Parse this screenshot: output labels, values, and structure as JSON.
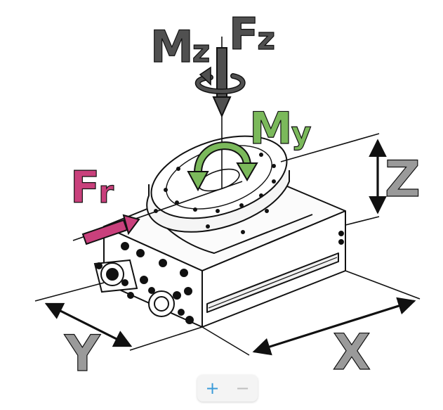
{
  "diagram": {
    "labels": {
      "mz": {
        "main": "M",
        "sub": "z"
      },
      "fz": {
        "main": "F",
        "sub": "z"
      },
      "my": {
        "main": "M",
        "sub": "y"
      },
      "fr": {
        "main": "F",
        "sub": "r"
      },
      "z_axis": "Z",
      "y_axis": "Y",
      "x_axis": "X"
    },
    "colors": {
      "mz": "#505050",
      "fz": "#505050",
      "my": "#7bb95b",
      "fr": "#c9407c",
      "axis_label": "#9a9a9a",
      "outline": "#111111"
    }
  },
  "zoom": {
    "in_label": "+",
    "out_label": "−",
    "in_color": "#3a9bd9",
    "out_color": "#bfbfbf"
  }
}
